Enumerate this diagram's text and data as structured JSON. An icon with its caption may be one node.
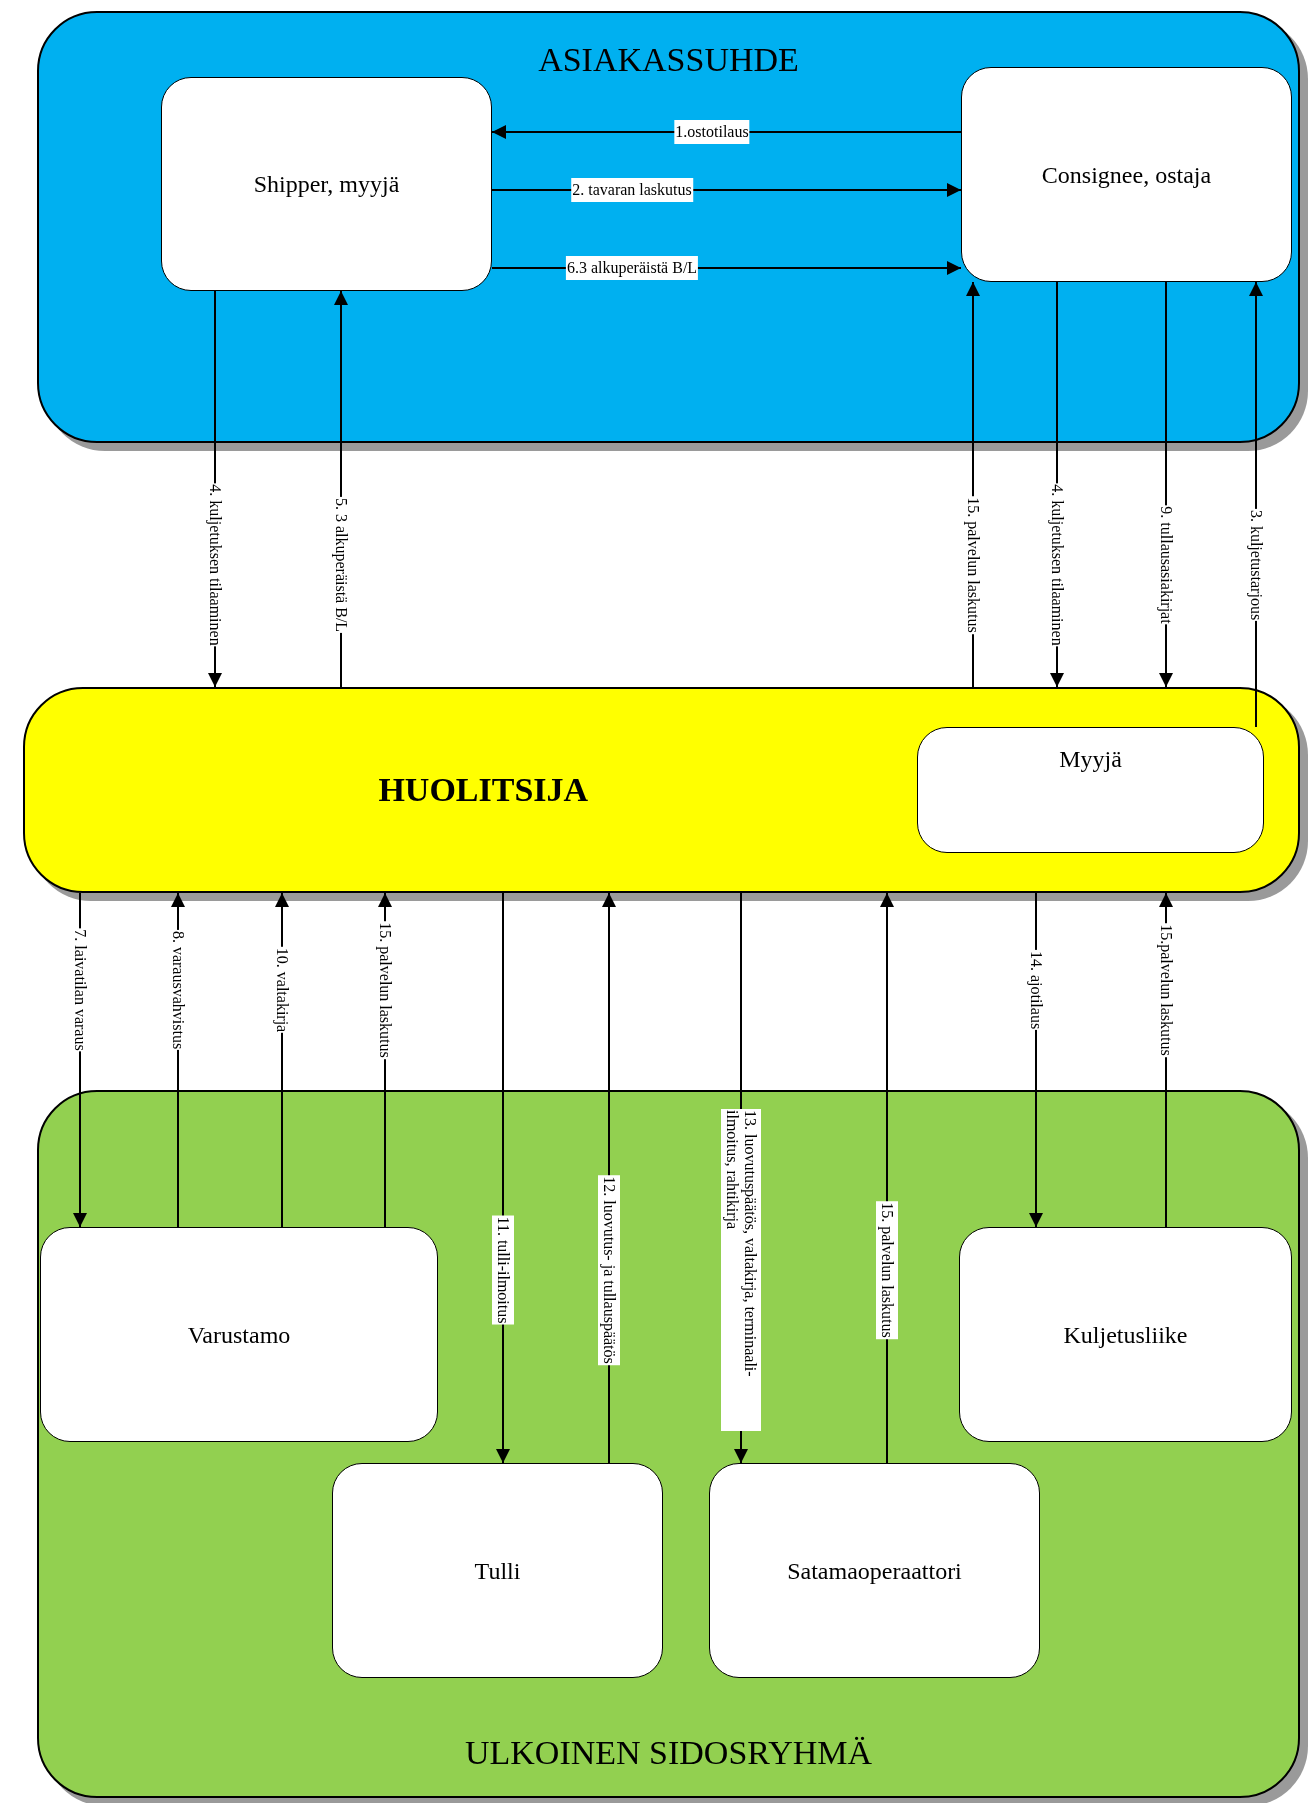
{
  "diagram": {
    "nodes": [
      {
        "text": [
          "ASIAKASSUHDE"
        ]
      },
      {
        "text": [
          "Shipper, myyjä"
        ],
        "in": 0
      },
      {
        "text": [
          "Consignee, ostaja"
        ],
        "in": 0
      },
      {
        "text": [
          "HUOLITSIJA"
        ]
      },
      {
        "text": [
          "Myyjä"
        ],
        "in": 3
      },
      {
        "text": [
          "ULKOINEN SIDOSRYHMÄ"
        ]
      },
      {
        "text": [
          "Varustamo"
        ],
        "in": 5
      },
      {
        "text": [
          "Kuljetusliike"
        ],
        "in": 5
      },
      {
        "text": [
          "Tulli"
        ],
        "in": 5
      },
      {
        "text": [
          "Satamaoperaattori"
        ],
        "in": 5
      }
    ],
    "edges": [
      {
        "from": 2,
        "to": 1,
        "arrow": "to",
        "label": "1.ostotilaus"
      },
      {
        "from": 1,
        "to": 2,
        "arrow": "to",
        "label": "2. tavaran laskutus"
      },
      {
        "from": 1,
        "to": 2,
        "arrow": "to",
        "label": "6.3 alkuperäistä B/L"
      },
      {
        "from": 1,
        "to": 3,
        "arrow": "to",
        "label": "4. kuljetuksen tilaaminen"
      },
      {
        "from": 3,
        "to": 1,
        "arrow": "to",
        "label": "5. 3 alkuperäistä B/L"
      },
      {
        "from": 3,
        "to": 2,
        "arrow": "to",
        "label": "15. palvelun laskutus"
      },
      {
        "from": 2,
        "to": 3,
        "arrow": "to",
        "label": "4. kuljetuksen tilaaminen"
      },
      {
        "from": 2,
        "to": 3,
        "arrow": "to",
        "label": "9. tullausasiakirjat"
      },
      {
        "from": 4,
        "to": 2,
        "arrow": "to",
        "label": "3. kuljetustarjous"
      },
      {
        "from": 3,
        "to": 6,
        "arrow": "to",
        "label": "7. laivatilan varaus"
      },
      {
        "from": 6,
        "to": 3,
        "arrow": "to",
        "label": "8. varausvahvistus"
      },
      {
        "from": 6,
        "to": 3,
        "arrow": "to",
        "label": "10. valtakirja"
      },
      {
        "from": 6,
        "to": 3,
        "arrow": "to",
        "label": "15. palvelun laskutus"
      },
      {
        "from": 3,
        "to": 8,
        "arrow": "to",
        "label": "11. tulli-ilmoitus"
      },
      {
        "from": 8,
        "to": 3,
        "arrow": "to",
        "label": "12. luovutus- ja tullauspäätös"
      },
      {
        "from": 3,
        "to": 9,
        "arrow": "to",
        "label": "13. luovutuspäätös, valtakirja, terminaali-ilmoitus, rahtikirja"
      },
      {
        "from": 9,
        "to": 3,
        "arrow": "to",
        "label": "15. palvelun laskutus"
      },
      {
        "from": 3,
        "to": 7,
        "arrow": "to",
        "label": "14. ajotilaus"
      },
      {
        "from": 7,
        "to": 3,
        "arrow": "to",
        "label": "15.palvelun laskutus"
      }
    ]
  }
}
